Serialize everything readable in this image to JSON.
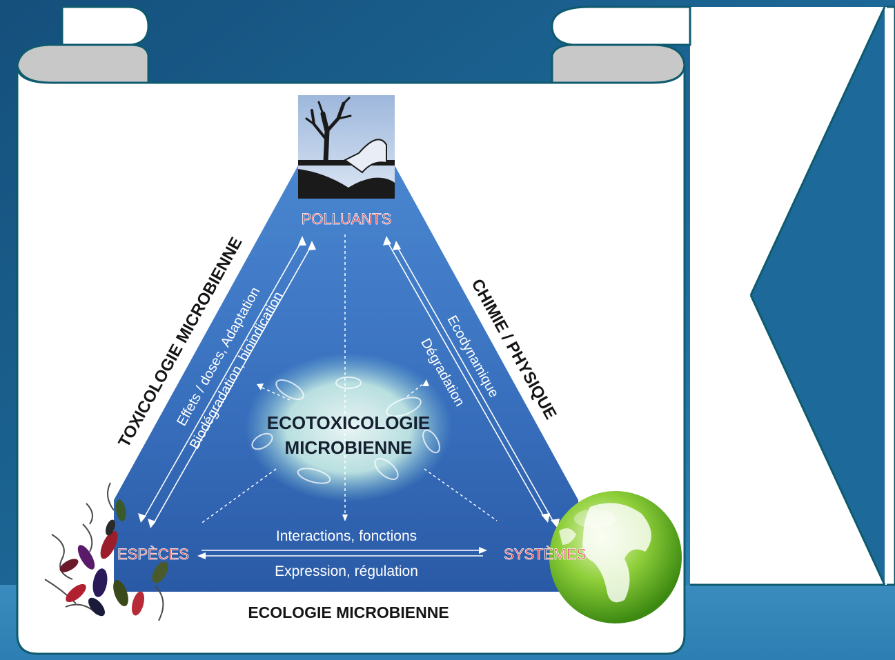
{
  "diagram": {
    "vertices": {
      "top": "POLLUANTS",
      "left": "ESPÈCES",
      "right": "SYSTÈMES"
    },
    "center": {
      "line1": "ECOTOXICOLOGIE",
      "line2": "MICROBIENNE"
    },
    "sides": {
      "left": "TOXICOLOGIE MICROBIENNE",
      "right": "CHIMIE / PHYSIQUE",
      "bottom": "ECOLOGIE MICROBIENNE"
    },
    "arrows": {
      "left_outer": "Effets / doses, Adaptation",
      "left_inner": "Biodégradation, bioindication",
      "right_outer": "Ecodynamique",
      "right_inner": "Dégradation",
      "bottom_top": "Interactions, fonctions",
      "bottom_bottom": "Expression, régulation"
    },
    "icons": [
      "dead-tree-icon",
      "bacteria-icon",
      "globe-icon",
      "microscopy-image"
    ]
  },
  "colors": {
    "background": "#1c5f8c",
    "scroll_edge": "#0e5a6e",
    "triangle": "#3a70bd",
    "vertex_label": "#d9323a",
    "globe": "#6bbd2a"
  }
}
